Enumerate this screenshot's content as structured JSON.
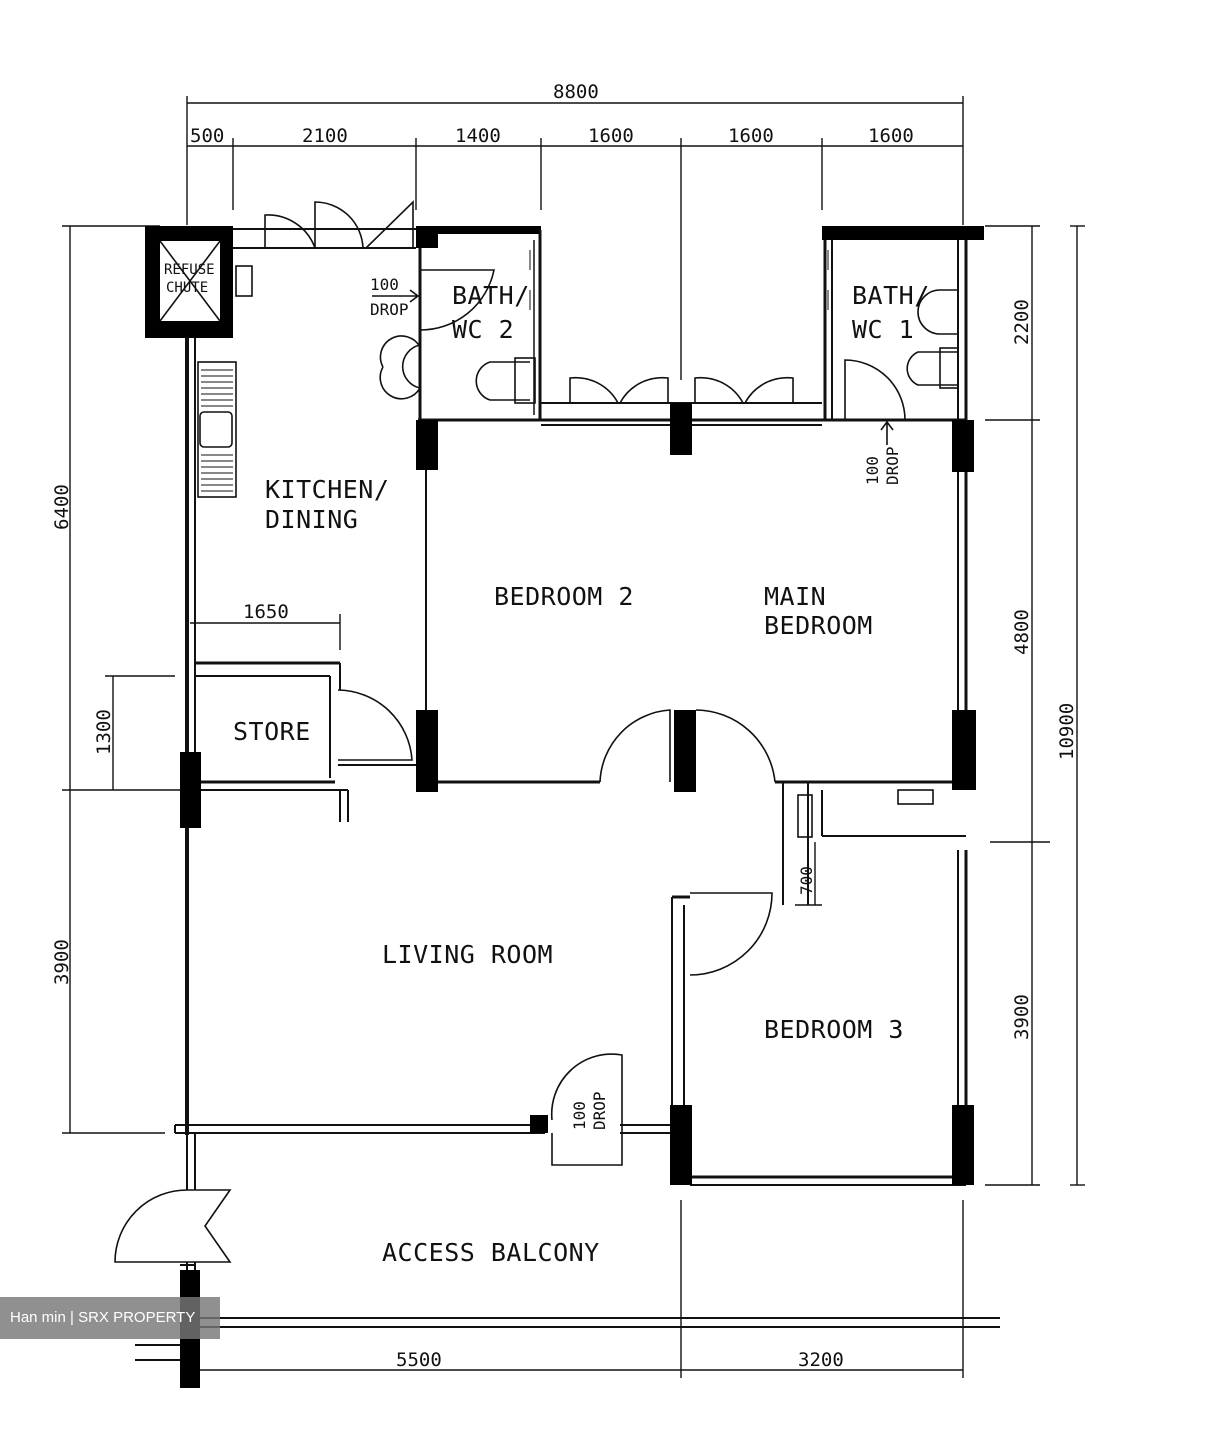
{
  "rooms": {
    "refuse_chute": [
      "REFUSE",
      "CHUTE"
    ],
    "bath_wc2": [
      "BATH/",
      "WC 2"
    ],
    "bath_wc1": [
      "BATH/",
      "WC 1"
    ],
    "kitchen": [
      "KITCHEN/",
      "DINING"
    ],
    "bedroom2": "BEDROOM 2",
    "main_bedroom": [
      "MAIN",
      "BEDROOM"
    ],
    "store": "STORE",
    "living_room": "LIVING ROOM",
    "bedroom3": "BEDROOM 3",
    "access_balcony": "ACCESS BALCONY"
  },
  "drops": {
    "kitchen": [
      "100",
      "DROP"
    ],
    "wc1": [
      "100",
      "DROP"
    ],
    "living": [
      "100",
      "DROP"
    ]
  },
  "dimensions": {
    "top_total": "8800",
    "top_segments": [
      "500",
      "2100",
      "1400",
      "1600",
      "1600",
      "1600"
    ],
    "left_upper": "6400",
    "left_lower": "3900",
    "store_height": "1300",
    "store_width": "1650",
    "right_bath": "2200",
    "right_bedroom": "4800",
    "right_total": "10900",
    "right_lower": "3900",
    "wardrobe": "700",
    "bottom_left": "5500",
    "bottom_right": "3200"
  },
  "watermark": "Han min | SRX PROPERTY"
}
